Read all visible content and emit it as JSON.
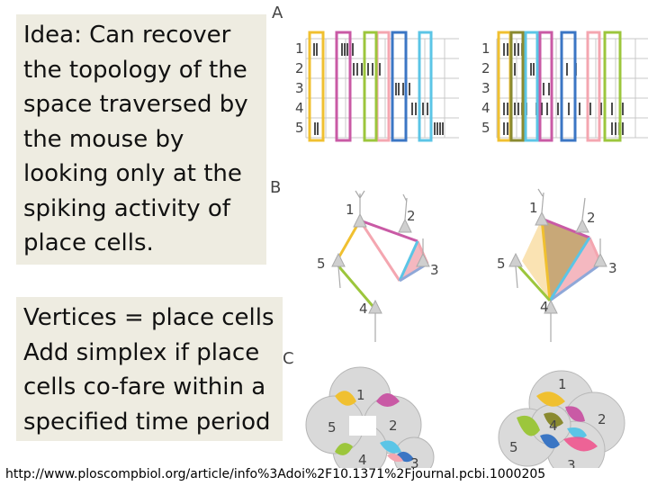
{
  "text_box_1": {
    "lines": [
      "Idea:  Can recover",
      "the topology of the",
      "space traversed by",
      "the mouse by",
      "looking only at the",
      "spiking activity of",
      "place cells."
    ]
  },
  "text_box_2": {
    "lines": [
      "Vertices = place cells",
      "Add simplex if place",
      "cells co-fare within a",
      "specified time period"
    ]
  },
  "figure": {
    "panel_a_label": "A",
    "panel_b_label": "B",
    "panel_c_label": "C",
    "row_numbers": [
      "1",
      "2",
      "3",
      "4",
      "5"
    ],
    "node_labels": [
      "1",
      "2",
      "3",
      "4",
      "5"
    ]
  },
  "colors": {
    "box_fill": "#eeece1",
    "yellow": "#f0c030",
    "pink": "#f4a6b0",
    "magenta": "#c95aa5",
    "blue": "#3b76c4",
    "cyan": "#5bc5e6",
    "green": "#9cc63c",
    "olive": "#8a8a30",
    "gray": "#d7d7d7"
  },
  "footer": {
    "url": "http://www.ploscompbiol.org/article/info%3Adoi%2F10.1371%2Fjournal.pcbi.1000205"
  }
}
